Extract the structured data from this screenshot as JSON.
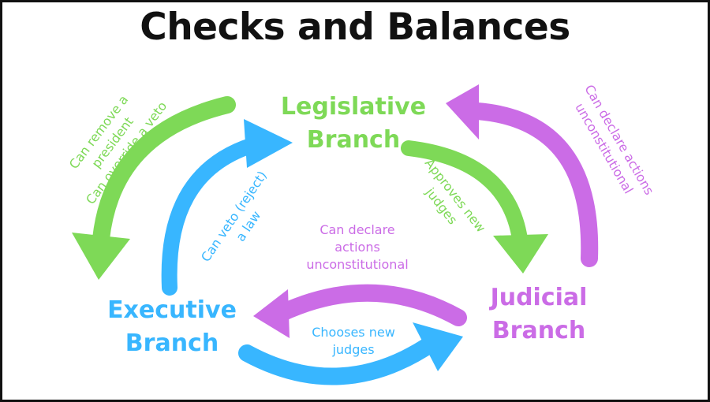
{
  "title": "Checks and Balances",
  "colors": {
    "legislative": "#7ED957",
    "executive": "#38B6FF",
    "judicial": "#CB6CE6",
    "border": "#111111"
  },
  "branches": {
    "legislative": {
      "line1": "Legislative",
      "line2": "Branch"
    },
    "executive": {
      "line1": "Executive",
      "line2": "Branch"
    },
    "judicial": {
      "line1": "Judicial",
      "line2": "Branch"
    }
  },
  "checks": {
    "legislative_on_executive": {
      "line1": "Can remove a",
      "line2": "president",
      "line3": "Can override a veto"
    },
    "executive_on_legislative": {
      "line1": "Can veto (reject)",
      "line2": "a law"
    },
    "legislative_on_judicial": {
      "line1": "Approves new",
      "line2": "judges"
    },
    "judicial_on_legislative": {
      "line1": "Can declare actions",
      "line2": "unconstitutional"
    },
    "judicial_on_executive": {
      "line1": "Can declare",
      "line2": "actions",
      "line3": "unconstitutional"
    },
    "executive_on_judicial": {
      "line1": "Chooses new",
      "line2": "judges"
    }
  }
}
